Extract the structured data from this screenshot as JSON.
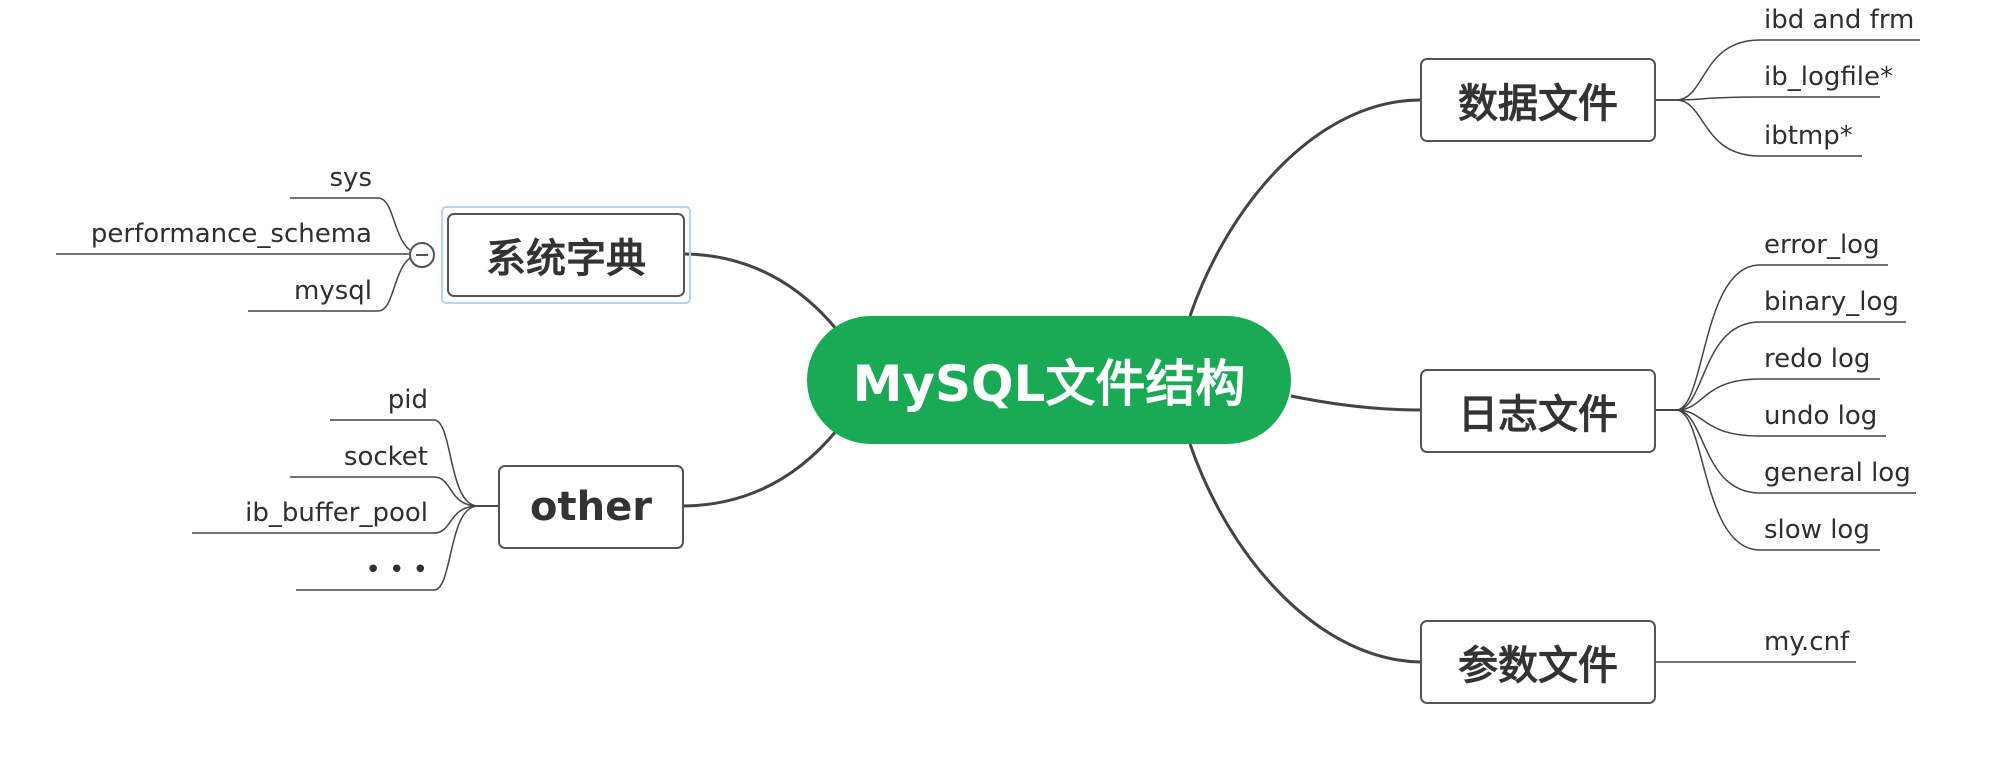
{
  "central": {
    "label": "MySQL文件结构",
    "color": "#1aaa55"
  },
  "branches": [
    {
      "id": "data-files",
      "label": "数据文件",
      "side": "right",
      "children": [
        "ibd and frm",
        "ib_logfile*",
        "ibtmp*"
      ]
    },
    {
      "id": "log-files",
      "label": "日志文件",
      "side": "right",
      "children": [
        "error_log",
        "binary_log",
        "redo log",
        "undo log",
        "general log",
        "slow log"
      ]
    },
    {
      "id": "param-files",
      "label": "参数文件",
      "side": "right",
      "children": [
        "my.cnf"
      ]
    },
    {
      "id": "system-dictionary",
      "label": "系统字典",
      "side": "left",
      "selected": true,
      "collapse_control": true,
      "children": [
        "sys",
        "performance_schema",
        "mysql"
      ]
    },
    {
      "id": "other",
      "label": "other",
      "side": "left",
      "children": [
        "pid",
        "socket",
        "ib_buffer_pool",
        "• • •"
      ]
    }
  ],
  "colors": {
    "line": "#444444",
    "border": "#555555",
    "selection": "#b7d3f3",
    "text": "#333333"
  }
}
